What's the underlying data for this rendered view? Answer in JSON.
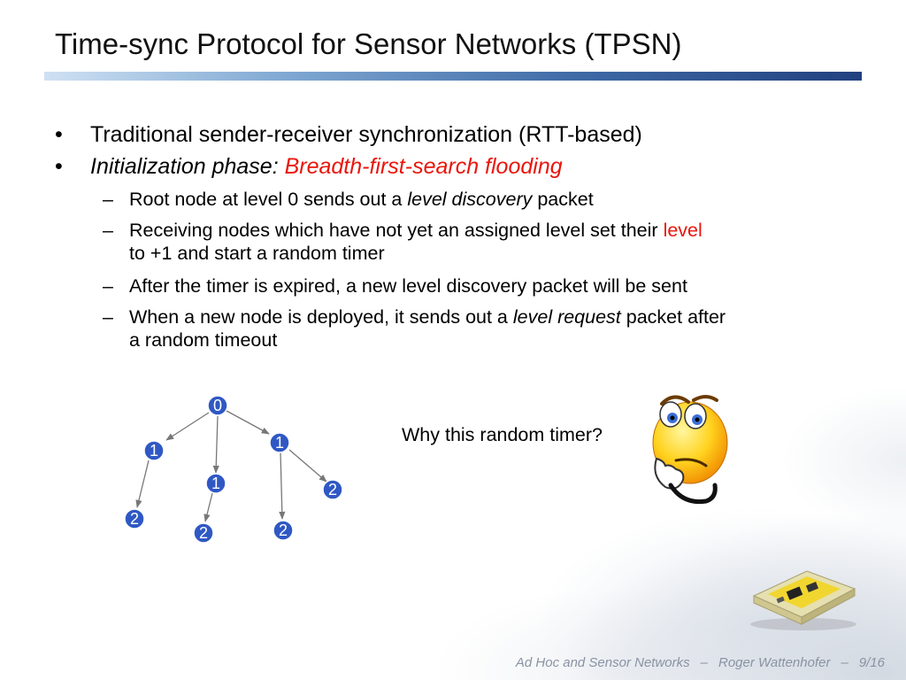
{
  "slide": {
    "title": "Time-sync Protocol for Sensor Networks (TPSN)",
    "bullets": [
      {
        "marker": "•",
        "text": "Traditional sender-receiver synchronization (RTT-based)"
      },
      {
        "marker": "•",
        "label": "Initialization phase:",
        "highlight": "Breadth-first-search flooding"
      }
    ],
    "subbullets": [
      {
        "marker": "–",
        "before": "Root node at level 0 sends out a ",
        "emph": "level discovery",
        "after": " packet"
      },
      {
        "marker": "–",
        "before": "Receiving nodes which have not yet an assigned level set their ",
        "red": "level",
        "line2": "to +1 and start a random timer"
      },
      {
        "marker": "–",
        "text": "After the timer is expired, a new level discovery packet will be sent"
      },
      {
        "marker": "–",
        "before": "When a new node is deployed, it sends out a ",
        "emph": "level request",
        "after": " packet after",
        "line2": "a random timeout"
      }
    ],
    "question": "Why this random timer?",
    "tree": {
      "nodes": [
        {
          "id": "root",
          "label": "0"
        },
        {
          "id": "a",
          "label": "1"
        },
        {
          "id": "b",
          "label": "1"
        },
        {
          "id": "c",
          "label": "1"
        },
        {
          "id": "a1",
          "label": "2"
        },
        {
          "id": "b1",
          "label": "2"
        },
        {
          "id": "c1",
          "label": "2"
        },
        {
          "id": "c2",
          "label": "2"
        }
      ],
      "edges": [
        [
          "root",
          "a"
        ],
        [
          "root",
          "b"
        ],
        [
          "root",
          "c"
        ],
        [
          "a",
          "a1"
        ],
        [
          "b",
          "b1"
        ],
        [
          "c",
          "c1"
        ],
        [
          "c",
          "c2"
        ]
      ]
    },
    "icons": {
      "thinking": "thinking-smiley-icon",
      "sensor": "sensor-node-image"
    },
    "colors": {
      "accent_red": "#e8160c",
      "node_blue": "#2f58c4",
      "title_rule": "#21407f"
    }
  },
  "footer": {
    "course": "Ad Hoc and Sensor Networks",
    "sep": "–",
    "author": "Roger Wattenhofer",
    "page": "9/16"
  }
}
